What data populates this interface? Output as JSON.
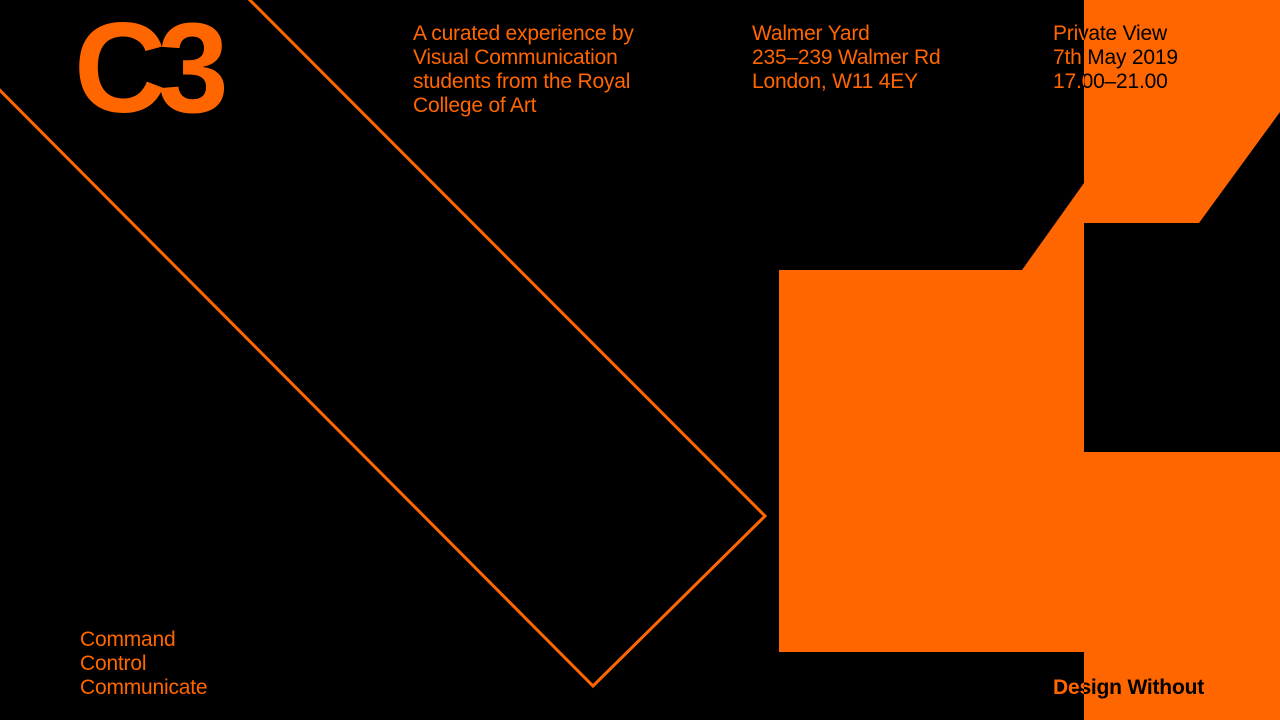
{
  "logo": "C3",
  "intro": [
    "A curated experience by",
    "Visual Communication",
    "students from the Royal",
    "College of Art"
  ],
  "venue": [
    "Walmer Yard",
    "235–239 Walmer Rd",
    "London, W11 4EY"
  ],
  "event": [
    "Private View",
    "7th May 2019",
    "17.00–21.00"
  ],
  "tagline": [
    "Command",
    "Control",
    "Communicate"
  ],
  "footer_right": "Design Without",
  "colors": {
    "accent": "#ff6600",
    "background": "#000000"
  }
}
